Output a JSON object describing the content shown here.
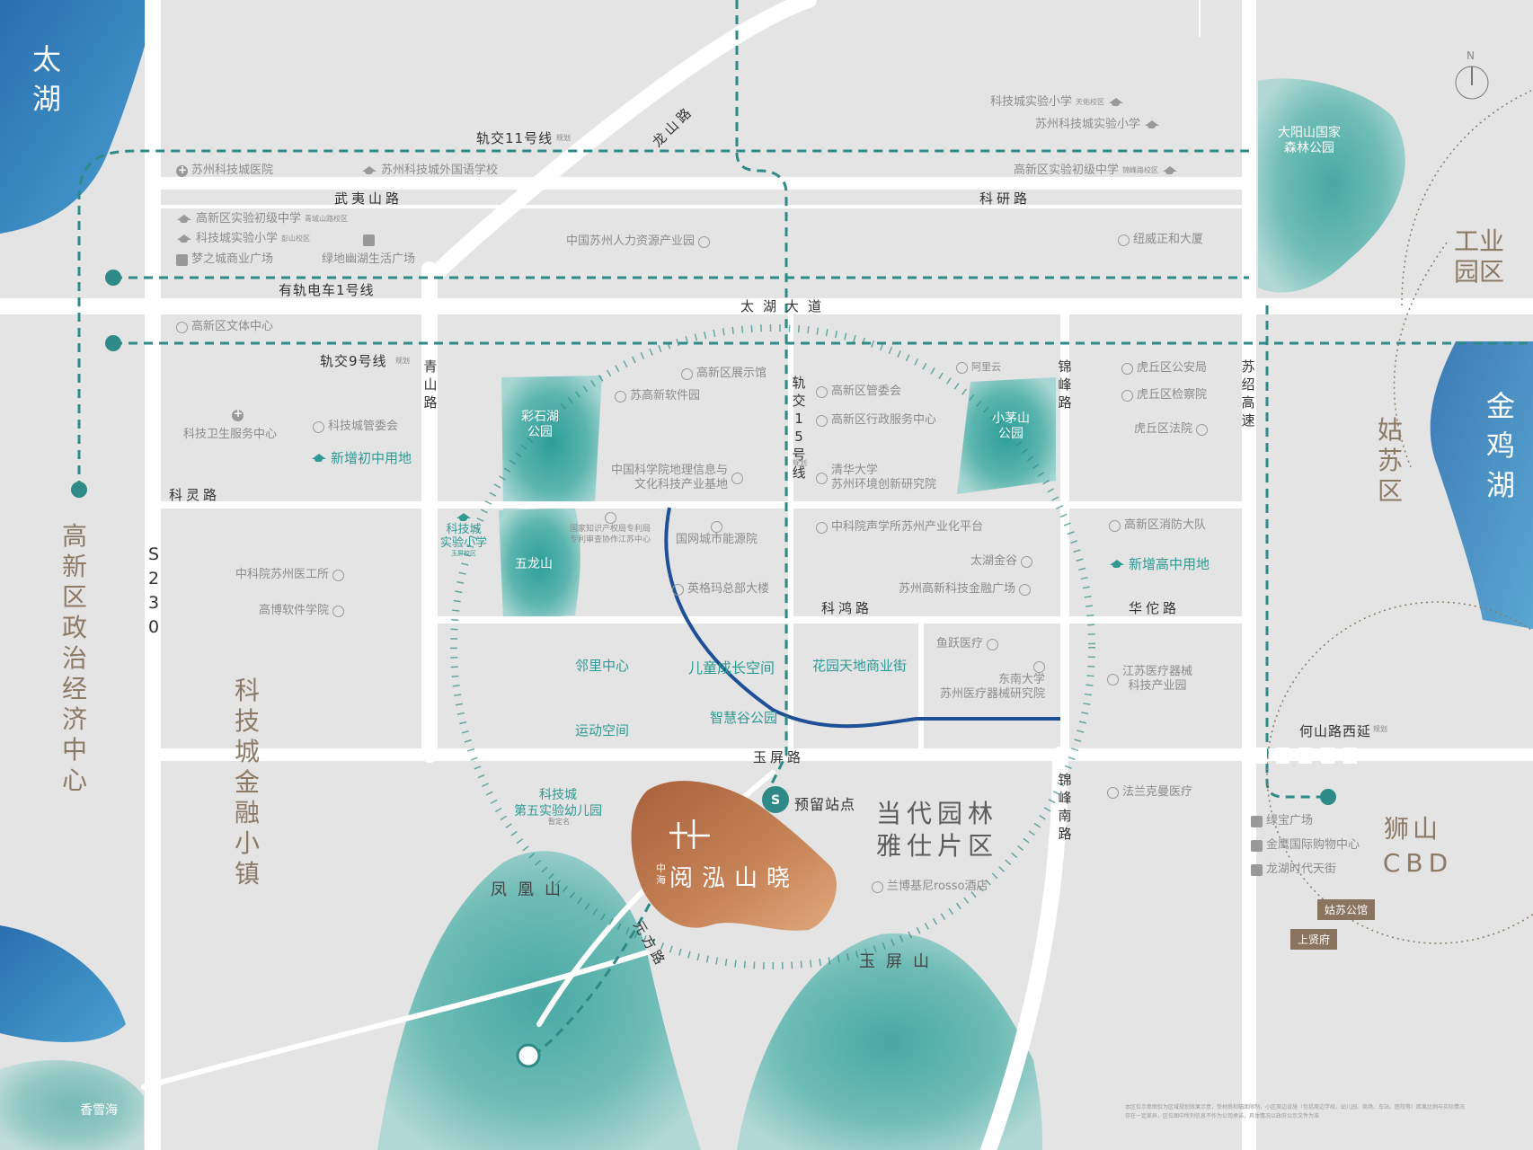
{
  "lakes": {
    "taihu": "太湖",
    "jinjihu": "金鸡湖"
  },
  "districts": {
    "gaoxin": "高新区政治经济中心",
    "keji_town": "科技城金融小镇",
    "gongye": "工业园区",
    "gusu": "姑苏区",
    "shishan": "狮山",
    "cbd": "CBD"
  },
  "roads": {
    "wuyi": "武夷山路",
    "keyan": "科研路",
    "taihu_dadao": "太湖大道",
    "keling": "科灵路",
    "kehong": "科鸿路",
    "huatuo": "华佗路",
    "yuping": "玉屏路",
    "heshan_west": "何山路西延",
    "heshan_note": "规划",
    "qingshan": "青山路",
    "jinfeng": "锦峰路",
    "jinfeng_south": "锦峰南路",
    "suzhao": "苏绍高速",
    "s230": "S230",
    "longshan": "龙山路",
    "yuanfang": "元方路"
  },
  "metro": {
    "line11": "轨交11号线",
    "line11_note": "规划",
    "line9": "轨交9号线",
    "line9_note": "规划",
    "tram1": "有轨电车1号线",
    "line15": "轨交15号线",
    "line15_note": "规划",
    "reserved_station": "预留站点"
  },
  "hills": {
    "fenghuang": "凤凰山",
    "yuping": "玉屏山",
    "wulong": "五龙山"
  },
  "parks": {
    "caishihu": "彩石湖公园",
    "xiaomaoshan": "小茅山公园",
    "dayangshan": "大阳山国家森林公园",
    "xiangxuehai": "香雪海"
  },
  "project": {
    "brand": "中海",
    "name": "阅泓山晓",
    "area_line1": "当代园林",
    "area_line2": "雅仕片区",
    "color": "#b9764f"
  },
  "community": {
    "linli": "邻里中心",
    "sport": "运动空间",
    "children": "儿童成长空间",
    "huayuan": "花园天地商业街",
    "zhihui": "智慧谷公园",
    "kindergarten_1": "科技城",
    "kindergarten_2": "第五实验幼儿园",
    "kindergarten_note": "暂定名"
  },
  "pois": {
    "hospital": "苏州科技城医院",
    "foreign_school": "苏州科技城外国语学校",
    "gx_mid_qc": "高新区实验初级中学",
    "gx_mid_qc_note": "青城山路校区",
    "kj_prim_pk": "科技城实验小学",
    "kj_prim_pk_note": "彭山校区",
    "dream_city": "梦之城商业广场",
    "greenland": "绿地幽湖生活广场",
    "hr_park": "中国苏州人力资源产业园",
    "kj_prim_tq": "科技城实验小学",
    "kj_prim_tq_note": "天佑校区",
    "sz_kj_prim": "苏州科技城实验小学",
    "gx_mid_jf": "高新区实验初级中学",
    "gx_mid_jf_note": "锦峰路校区",
    "niuwei": "纽威正和大厦",
    "culture_sports": "高新区文体中心",
    "health": "科技卫生服务中心",
    "admin_committee": "科技城管委会",
    "new_junior": "新增初中用地",
    "exhibition": "高新区展示馆",
    "software_park": "苏高新软件园",
    "gx_committee": "高新区管委会",
    "gx_admin_service": "高新区行政服务中心",
    "alibaba": "阿里云",
    "tsinghua_1": "清华大学",
    "tsinghua_2": "苏州环境创新研究院",
    "cas_geo_1": "中国科学院地理信息与",
    "cas_geo_2": "文化科技产业基地",
    "police": "虎丘区公安局",
    "procurator": "虎丘区检察院",
    "court": "虎丘区法院",
    "kj_prim_yp_1": "科技城",
    "kj_prim_yp_2": "实验小学",
    "kj_prim_yp_note": "玉屏校区",
    "patent_1": "国家知识产权局专利局",
    "patent_2": "专利审查协作江苏中心",
    "state_grid": "国网城市能源院",
    "engma": "英格玛总部大楼",
    "cas_acoustic": "中科院声学所苏州产业化平台",
    "taihu_jingu": "太湖金谷",
    "finance_plaza": "苏州高新科技金融广场",
    "fire_brigade": "高新区消防大队",
    "new_high_school": "新增高中用地",
    "cas_medical": "中科院苏州医工所",
    "gaobo": "高博软件学院",
    "yuyue": "鱼跃医疗",
    "seu_1": "东南大学",
    "seu_2": "苏州医疗器械研究院",
    "js_med_1": "江苏医疗器械",
    "js_med_2": "科技产业园",
    "franklin": "法兰克曼医疗",
    "lamborghini": "兰博基尼rosso酒店",
    "lvbao": "绿宝广场",
    "jinying": "金鹰国际购物中心",
    "longhu": "龙湖时代天街",
    "gusu_gongguan": "姑苏公馆",
    "shangxianfu": "上贤府"
  },
  "compass": "N",
  "disclaimer": "本区位示意图仅为区域规划效果示意，受材质和幅面限制，小区周边设施（包括周边学校、幼儿园、商场、车站、医院等）距离比例与实际情况存在一定差异，区位图中所列信息不作为公司承诺，具体情况以政府公示文件为准"
}
